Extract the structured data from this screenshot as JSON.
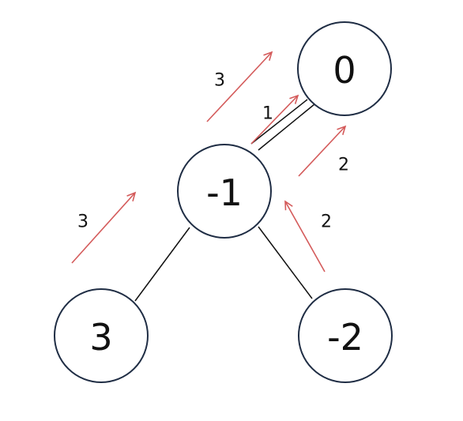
{
  "tree": {
    "nodes": [
      {
        "id": "top",
        "label": "0"
      },
      {
        "id": "middle",
        "label": "-1"
      },
      {
        "id": "bottom-left",
        "label": "3"
      },
      {
        "id": "bottom-right",
        "label": "-2"
      }
    ],
    "edges": [
      {
        "from": "top",
        "to": "middle"
      },
      {
        "from": "middle",
        "to": "bottom-left"
      },
      {
        "from": "middle",
        "to": "bottom-right"
      }
    ]
  },
  "flows": [
    {
      "id": "flow-left-low",
      "label": "3"
    },
    {
      "id": "flow-left-high",
      "label": "3"
    },
    {
      "id": "flow-middle-to-top",
      "label": "1"
    },
    {
      "id": "flow-right-to-top",
      "label": "2"
    },
    {
      "id": "flow-right-to-middle",
      "label": "2"
    }
  ],
  "colors": {
    "arrow": "#d45b5b",
    "node_stroke": "#1f2d44",
    "edge": "#111111"
  }
}
